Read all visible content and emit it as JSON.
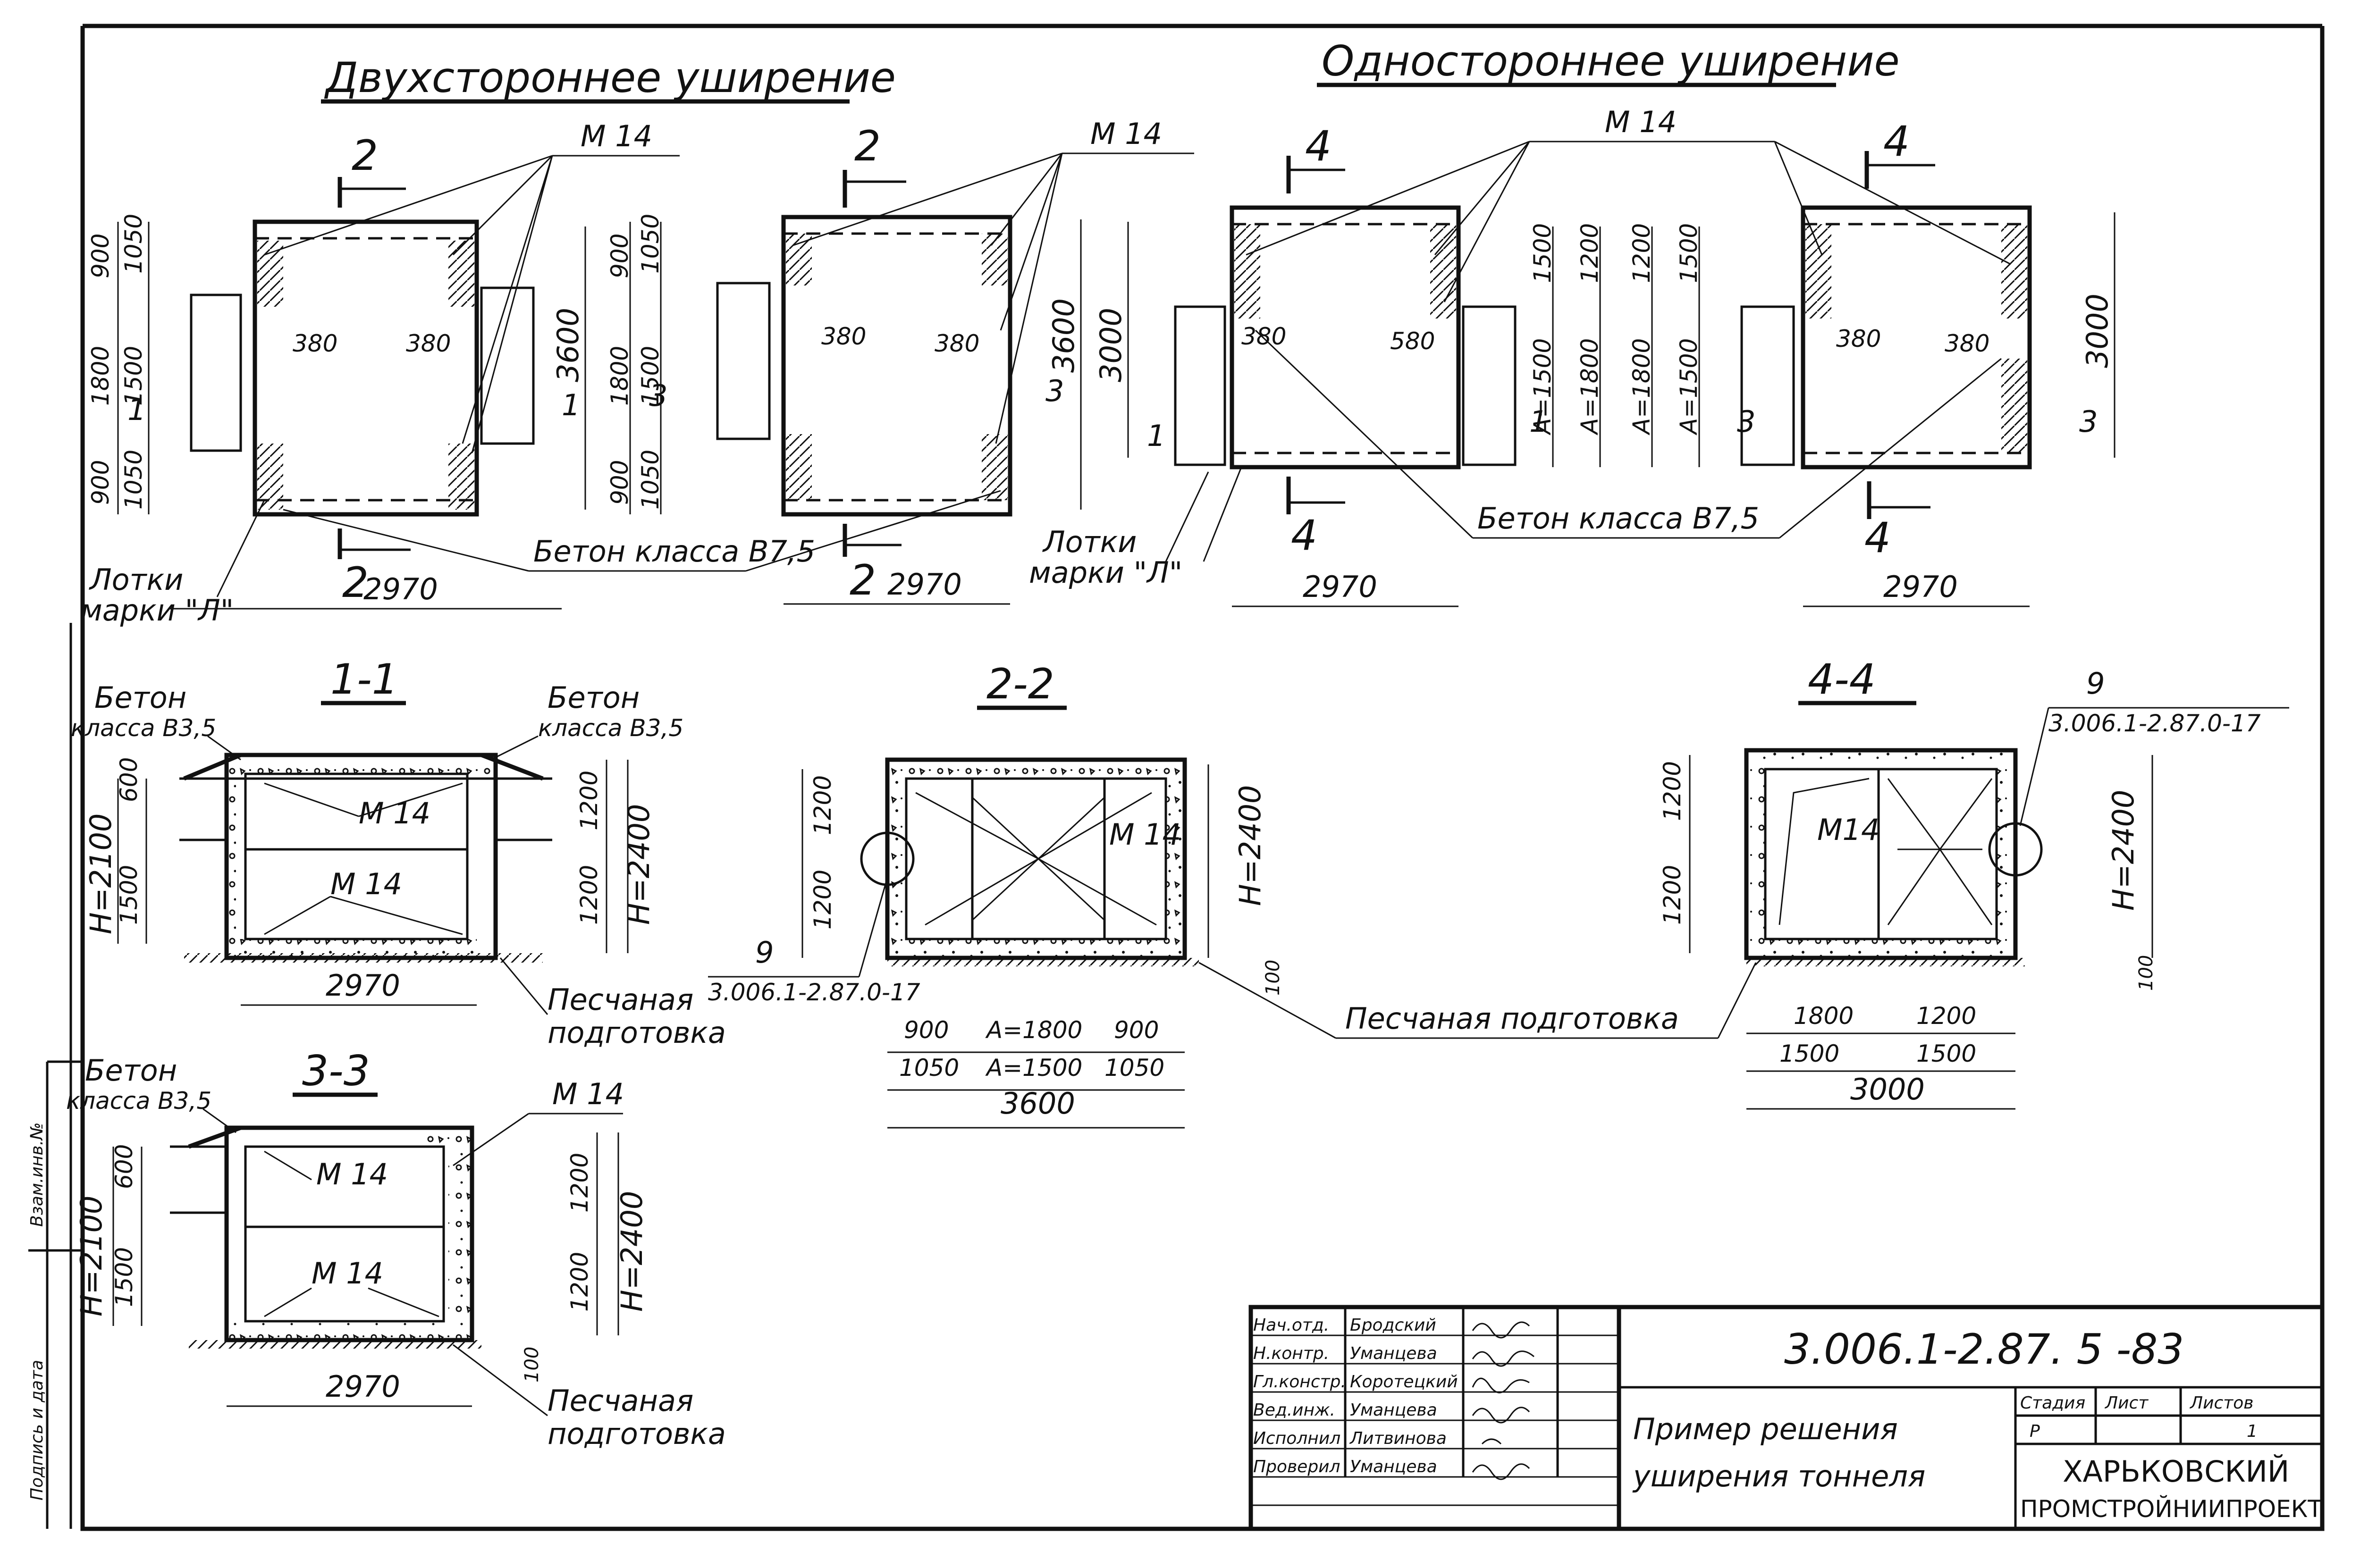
{
  "headings": {
    "double": "Двухстороннее уширение",
    "single": "Одностороннее уширение"
  },
  "labels": {
    "m14": "М 14",
    "m14_tight": "М14",
    "concrete_b75": "Бетон класса В7,5",
    "concrete_b75_a": "Бетон класса В7,5",
    "trays_1": "Лотки",
    "trays_2": "марки \"Л\"",
    "concrete_1": "Бетон",
    "concrete_2": "класса В3,5",
    "sand_1": "Песчаная",
    "sand_2": "подготовка",
    "sand_full": "Песчаная подготовка",
    "ref9": "9",
    "ref_doc": "3.006.1-2.87.0-17"
  },
  "sections": {
    "s1": "1-1",
    "s2": "2-2",
    "s3": "3-3",
    "s4": "4-4",
    "n1": "1",
    "n2": "2",
    "n3": "3",
    "n4": "4"
  },
  "dims": {
    "d2970": "2970",
    "d900": "900",
    "d1050": "1050",
    "d1500": "1500",
    "d1800": "1800",
    "d1200": "1200",
    "d600": "600",
    "d380": "380",
    "d580": "580",
    "d3600": "3600",
    "d3000": "3000",
    "d100": "100",
    "a1500": "А=1500",
    "a1800": "А=1800",
    "h2100": "Н=2100",
    "h2400": "Н=2400"
  },
  "titleblock": {
    "code": "3.006.1-2.87. 5 -83",
    "title_1": "Пример решения",
    "title_2": "уширения тоннеля",
    "col_stage": "Стадия",
    "col_sheet": "Лист",
    "col_sheets": "Листов",
    "stage": "Р",
    "sheets": "1",
    "org_1": "ХАРЬКОВСКИЙ",
    "org_2": "ПРОМСТРОЙНИИПРОЕКТ",
    "rows": [
      {
        "role": "Нач.отд.",
        "name": "Бродский"
      },
      {
        "role": "Н.контр.",
        "name": "Уманцева"
      },
      {
        "role": "Гл.констр.",
        "name": "Коротецкий"
      },
      {
        "role": "Вед.инж.",
        "name": "Уманцева"
      },
      {
        "role": "Исполнил",
        "name": "Литвинова"
      },
      {
        "role": "Проверил",
        "name": "Уманцева"
      }
    ]
  },
  "side_stamp": {
    "a": "Взам.инв.№",
    "b": "Подпись и дата"
  }
}
